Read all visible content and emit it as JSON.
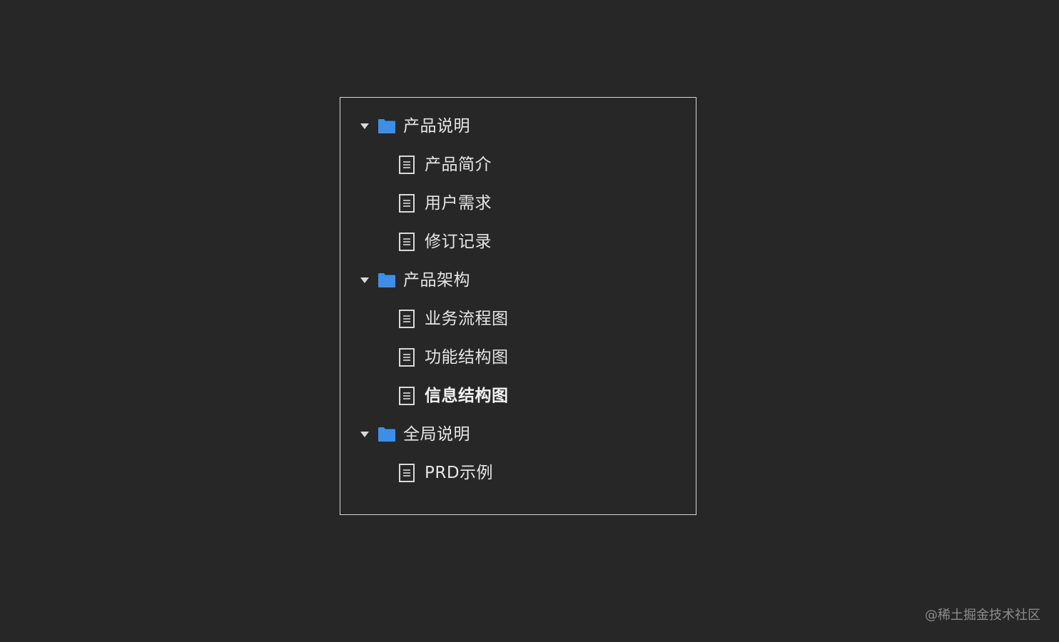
{
  "tree": {
    "groups": [
      {
        "label": "产品说明",
        "expanded": true,
        "items": [
          {
            "label": "产品简介",
            "bold": false
          },
          {
            "label": "用户需求",
            "bold": false
          },
          {
            "label": "修订记录",
            "bold": false
          }
        ]
      },
      {
        "label": "产品架构",
        "expanded": true,
        "items": [
          {
            "label": "业务流程图",
            "bold": false
          },
          {
            "label": "功能结构图",
            "bold": false
          },
          {
            "label": "信息结构图",
            "bold": true
          }
        ]
      },
      {
        "label": "全局说明",
        "expanded": true,
        "items": [
          {
            "label": "PRD示例",
            "bold": false
          }
        ]
      }
    ]
  },
  "icons": {
    "caret": "caret-down-icon",
    "folder": "folder-icon",
    "file": "document-icon"
  },
  "colors": {
    "background": "#272727",
    "folder": "#3d8fe6",
    "text": "#e6e6e6",
    "border": "#d8d8d8"
  },
  "watermark": "@稀土掘金技术社区"
}
